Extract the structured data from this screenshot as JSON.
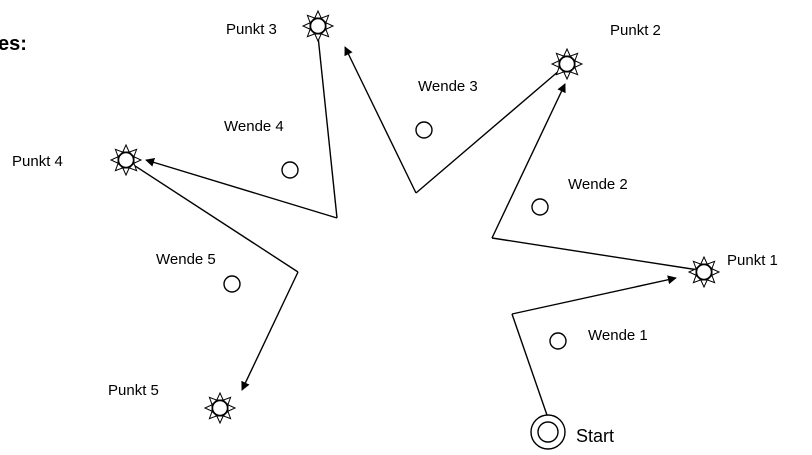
{
  "heading": "es:",
  "start": {
    "label": "Start"
  },
  "points": [
    {
      "label": "Punkt 1"
    },
    {
      "label": "Punkt 2"
    },
    {
      "label": "Punkt 3"
    },
    {
      "label": "Punkt 4"
    },
    {
      "label": "Punkt 5"
    }
  ],
  "turns": [
    {
      "label": "Wende 1"
    },
    {
      "label": "Wende 2"
    },
    {
      "label": "Wende 3"
    },
    {
      "label": "Wende 4"
    },
    {
      "label": "Wende 5"
    }
  ],
  "colors": {
    "line": "#000000",
    "background": "#ffffff"
  }
}
